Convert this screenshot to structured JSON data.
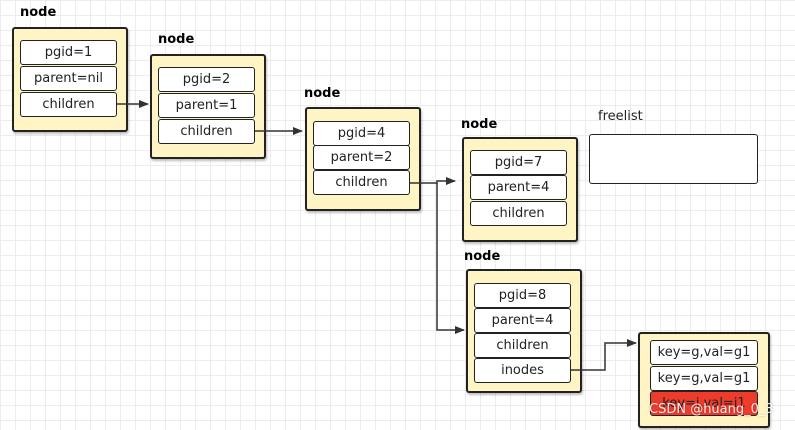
{
  "nodes": [
    {
      "label": "node",
      "fields": [
        "pgid=1",
        "parent=nil",
        "children"
      ]
    },
    {
      "label": "node",
      "fields": [
        "pgid=2",
        "parent=1",
        "children"
      ]
    },
    {
      "label": "node",
      "fields": [
        "pgid=4",
        "parent=2",
        "children"
      ]
    },
    {
      "label": "node",
      "fields": [
        "pgid=7",
        "parent=4",
        "children"
      ]
    },
    {
      "label": "node",
      "fields": [
        "pgid=8",
        "parent=4",
        "children",
        "inodes"
      ]
    }
  ],
  "inodes": {
    "items": [
      "key=g,val=g1",
      "key=g,val=g1",
      "key=i,val=i1"
    ],
    "highlight_color": "#ef3b2c"
  },
  "freelist": {
    "label": "freelist"
  },
  "watermark": "CSDN @huang_0_3",
  "colors": {
    "node_fill": "#fff4c3",
    "border": "#222222"
  }
}
